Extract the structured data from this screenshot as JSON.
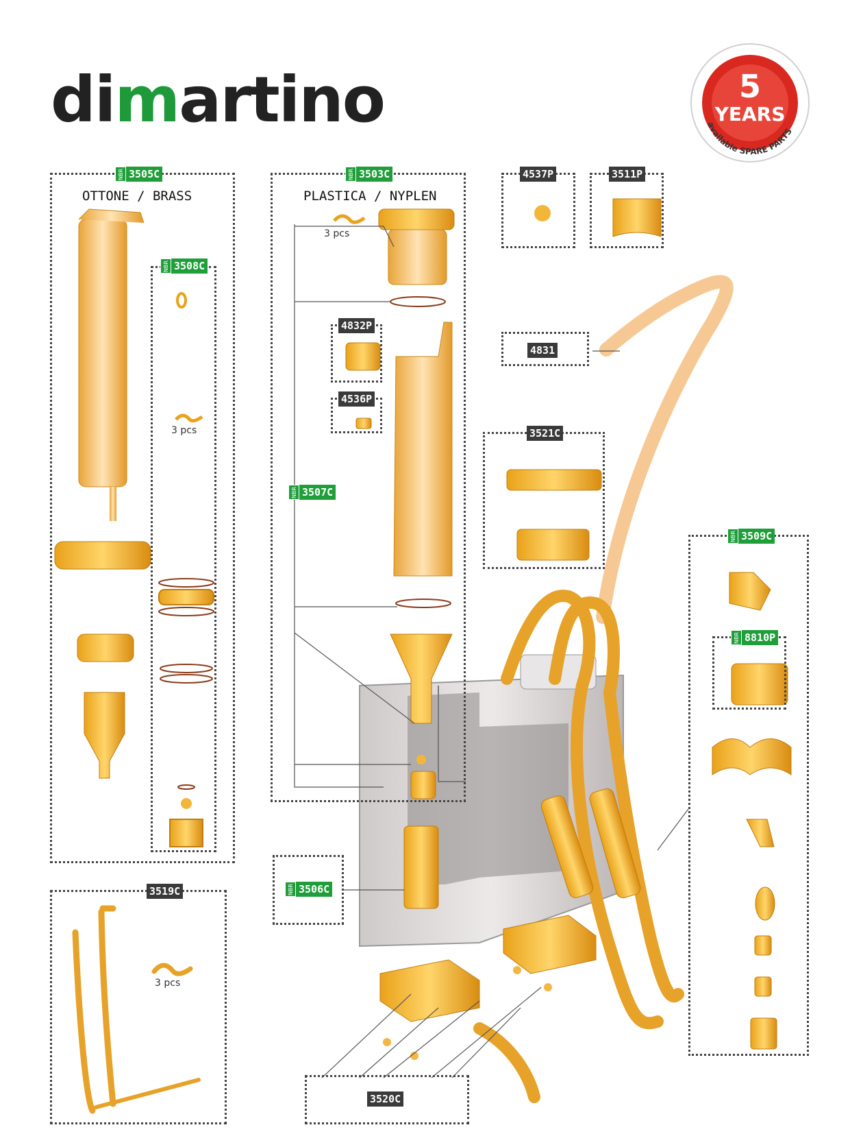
{
  "brand": {
    "pre": "di",
    "m": "m",
    "post": "artino"
  },
  "badge": {
    "number": "5",
    "word": "YEARS",
    "arc": "available SPARE PARTS"
  },
  "codes": {
    "c3505": "3505C",
    "c3503": "3503C",
    "c4537": "4537P",
    "c3511": "3511P",
    "c3508": "3508C",
    "c4832": "4832P",
    "c4831": "4831",
    "c4536": "4536P",
    "c3521": "3521C",
    "c3507": "3507C",
    "c3509": "3509C",
    "c8810": "8810P",
    "c3519": "3519C",
    "c3506": "3506C",
    "c3520": "3520C"
  },
  "nbr": "NBR",
  "captions": {
    "brass": "OTTONE / BRASS",
    "plastic": "PLASTICA / NYPLEN"
  },
  "pcs": "3 pcs",
  "colors": {
    "accent": "#f2b63a",
    "accent_dark": "#c98a1c",
    "green": "#1f9e3a",
    "tag_dark": "#3a3a3a",
    "badge_red": "#d8281f"
  }
}
